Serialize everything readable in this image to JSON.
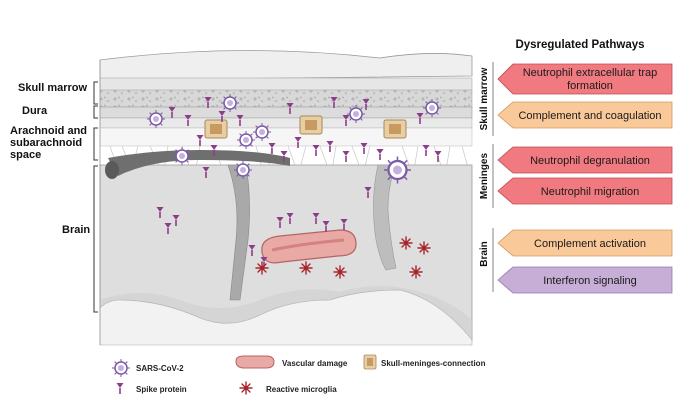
{
  "layers": {
    "skull_marrow": "Skull marrow",
    "dura": "Dura",
    "arachnoid_1": "Arachnoid and",
    "arachnoid_2": "subarachnoid",
    "arachnoid_3": "space",
    "brain": "Brain"
  },
  "panel": {
    "title": "Dysregulated Pathways",
    "side_labels": {
      "skull_marrow": "Skull marrow",
      "meninges": "Meninges",
      "brain": "Brain"
    },
    "pathways": [
      {
        "line1": "Neutrophil extracellular trap",
        "line2": "formation",
        "color": "#f07a80"
      },
      {
        "line1": "Complement and coagulation",
        "line2": "",
        "color": "#f9c99a"
      },
      {
        "line1": "Neutrophil degranulation",
        "line2": "",
        "color": "#f07a80"
      },
      {
        "line1": "Neutrophil migration",
        "line2": "",
        "color": "#f07a80"
      },
      {
        "line1": "Complement activation",
        "line2": "",
        "color": "#f9c99a"
      },
      {
        "line1": "Interferon signaling",
        "line2": "",
        "color": "#c6aed6"
      }
    ]
  },
  "legend": {
    "sars": "SARS-CoV-2",
    "spike": "Spike protein",
    "vascular": "Vascular damage",
    "microglia": "Reactive microglia",
    "connection": "Skull-meninges-connection"
  },
  "colors": {
    "pink_box": "#f07a80",
    "orange_box": "#f9c99a",
    "purple_box": "#c6aed6",
    "virus": "#7b5aa6",
    "spike": "#8e3c8a",
    "microglia": "#a8272c",
    "vessel": "#d98080"
  },
  "icons": [
    "sars-cov-2-icon",
    "spike-protein-icon",
    "vascular-damage-icon",
    "skull-meninges-connection-icon",
    "reactive-microglia-icon"
  ]
}
